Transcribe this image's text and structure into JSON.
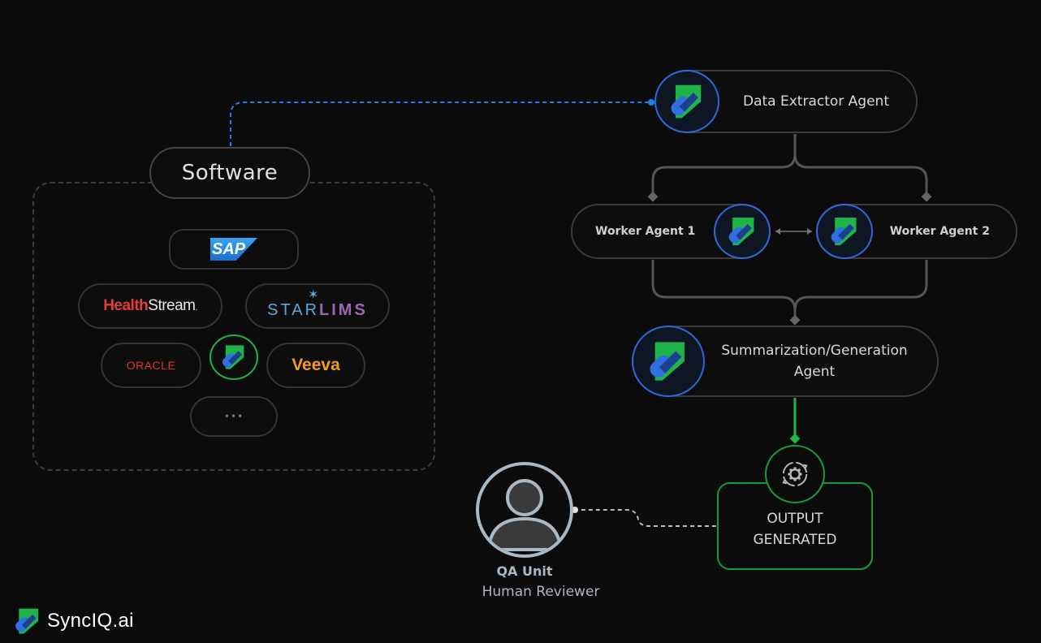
{
  "software": {
    "title": "Software",
    "logos": [
      {
        "name": "SAP",
        "text": "SAP",
        "color": "#1f8de6"
      },
      {
        "name": "HealthStream",
        "part1": "Health",
        "part2": "Stream",
        "mark": ".",
        "color1": "#e23d3a",
        "color2": "#e8e8e8"
      },
      {
        "name": "STARLIMS",
        "part1": "STAR",
        "part2": "LIMS",
        "color1": "#5aa7d8",
        "color2": "#9a67b5"
      },
      {
        "name": "ORACLE",
        "text": "ORACLE",
        "color": "#e0352b"
      },
      {
        "name": "Veeva",
        "text": "Veeva",
        "color": "#f39c18"
      },
      {
        "name": "more",
        "text": "•••",
        "color": "#7a7a7a"
      }
    ]
  },
  "agents": {
    "extractor": "Data Extractor Agent",
    "worker1": "Worker Agent 1",
    "worker2": "Worker Agent 2",
    "summarizer_line1": "Summarization/Generation",
    "summarizer_line2": "Agent"
  },
  "output": {
    "line1": "OUTPUT",
    "line2": "GENERATED"
  },
  "reviewer": {
    "title": "QA Unit",
    "subtitle": "Human Reviewer"
  },
  "brand": {
    "name": "SyncIQ.ai"
  },
  "colors": {
    "accent_blue": "#2f68d8",
    "accent_green": "#1fb447",
    "connector_gray": "#555555",
    "dashed_blue": "#1d7ff0",
    "output_green": "#169b3a"
  }
}
